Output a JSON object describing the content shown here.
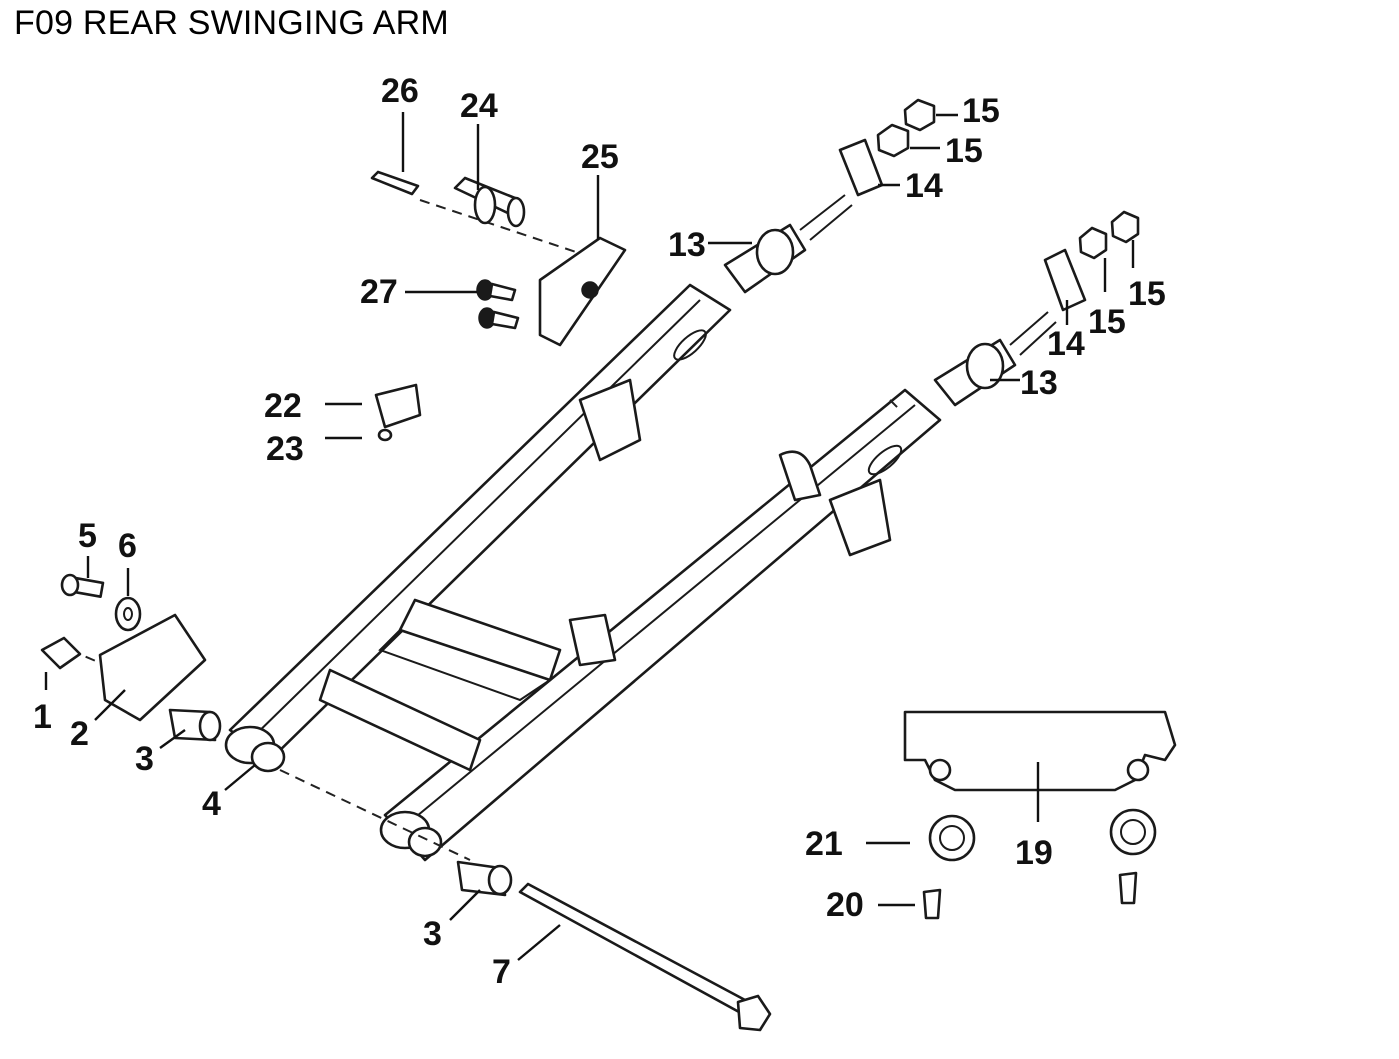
{
  "title": "F09 REAR SWINGING ARM",
  "callouts": {
    "c1": "1",
    "c2": "2",
    "c3a": "3",
    "c3b": "3",
    "c4": "4",
    "c5": "5",
    "c6": "6",
    "c7": "7",
    "c13a": "13",
    "c13b": "13",
    "c14a": "14",
    "c14b": "14",
    "c15a": "15",
    "c15b": "15",
    "c15c": "15",
    "c15d": "15",
    "c19": "19",
    "c20": "20",
    "c21": "21",
    "c22": "22",
    "c23": "23",
    "c24": "24",
    "c25": "25",
    "c26": "26",
    "c27": "27"
  }
}
